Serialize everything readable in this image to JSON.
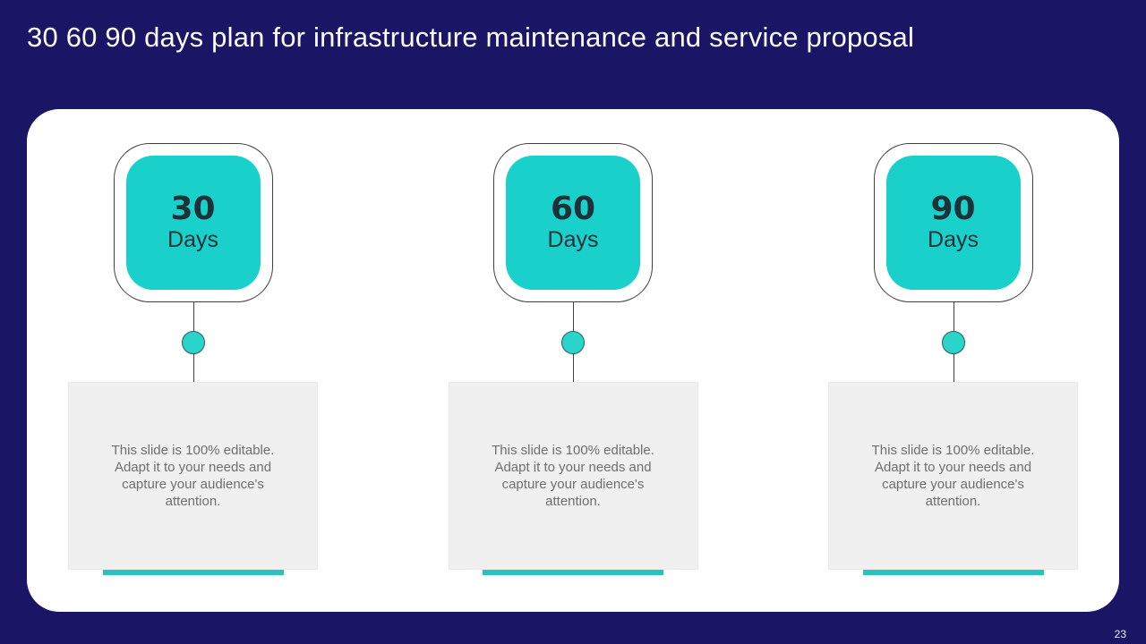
{
  "slide": {
    "title": "30 60 90 days plan for infrastructure maintenance and service proposal",
    "page_number": "23"
  },
  "colors": {
    "background_navy": "#1B1566",
    "card_white": "#FFFFFF",
    "accent_teal": "#1AD0CA",
    "accent_teal_dark": "#2BC2BC",
    "milestone_text_dark": "#1C3238",
    "description_text_gray": "#6F6F6F",
    "description_box_gray": "#F0F0F0",
    "outline_dark": "#3F3F3F"
  },
  "milestones": [
    {
      "number": "30",
      "unit": "Days",
      "description": "This slide is 100% editable. Adapt it to your needs and capture your audience's attention."
    },
    {
      "number": "60",
      "unit": "Days",
      "description": "This slide is 100% editable. Adapt it to your needs and capture your audience's attention."
    },
    {
      "number": "90",
      "unit": "Days",
      "description": "This slide is 100% editable. Adapt it to your needs and capture your audience's attention."
    }
  ]
}
